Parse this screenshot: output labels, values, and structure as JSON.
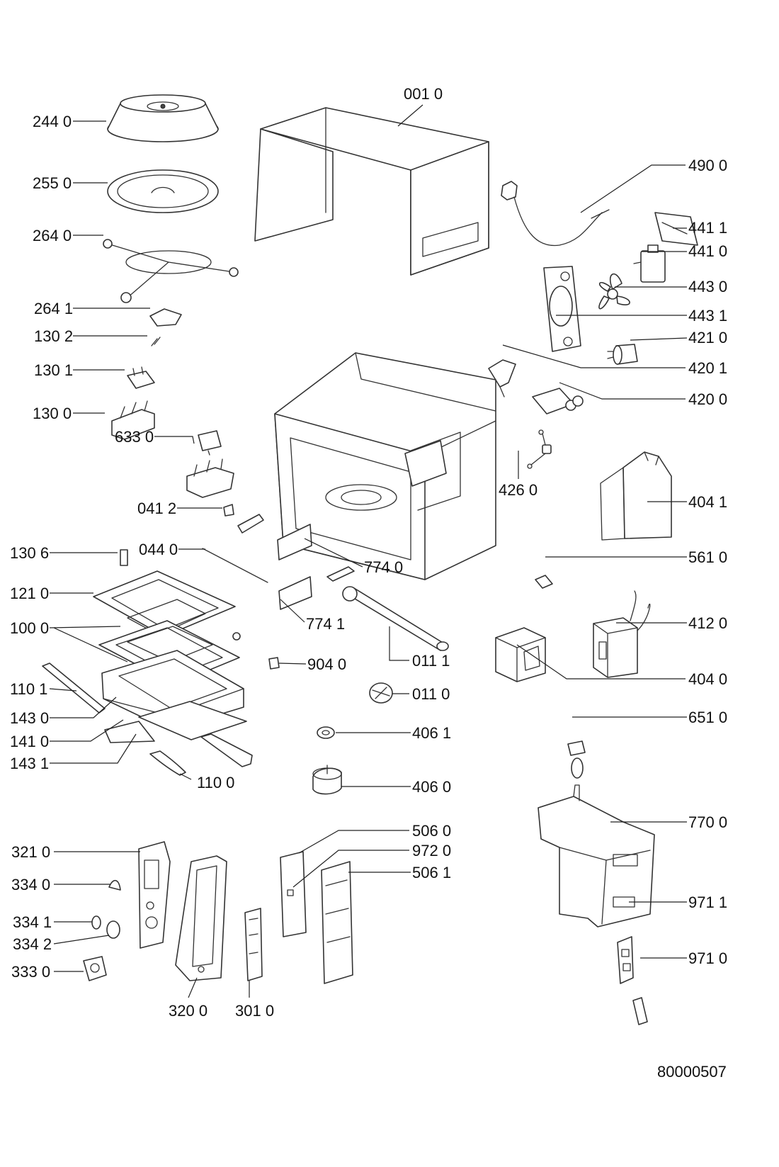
{
  "doc_number": "80000507",
  "labels": {
    "p001_0": "001 0",
    "p490_0": "490 0",
    "p441_1": "441 1",
    "p441_0": "441 0",
    "p443_0": "443 0",
    "p443_1": "443 1",
    "p421_0": "421 0",
    "p420_1": "420 1",
    "p420_0": "420 0",
    "p426_0": "426 0",
    "p404_1": "404 1",
    "p561_0": "561 0",
    "p412_0": "412 0",
    "p404_0": "404 0",
    "p651_0": "651 0",
    "p770_0": "770 0",
    "p971_1": "971 1",
    "p971_0": "971 0",
    "p244_0": "244 0",
    "p255_0": "255 0",
    "p264_0": "264 0",
    "p264_1": "264 1",
    "p130_2": "130 2",
    "p130_1": "130 1",
    "p130_0": "130 0",
    "p633_0": "633 0",
    "p041_2": "041 2",
    "p130_6": "130 6",
    "p044_0": "044 0",
    "p774_0": "774 0",
    "p121_0": "121 0",
    "p100_0": "100 0",
    "p774_1": "774 1",
    "p904_0": "904 0",
    "p011_1": "011 1",
    "p110_1": "110 1",
    "p011_0": "011 0",
    "p143_0": "143 0",
    "p141_0": "141 0",
    "p406_1": "406 1",
    "p143_1": "143 1",
    "p110_0": "110 0",
    "p406_0": "406 0",
    "p321_0": "321 0",
    "p506_0": "506 0",
    "p972_0": "972 0",
    "p506_1": "506 1",
    "p334_0": "334 0",
    "p334_1": "334 1",
    "p334_2": "334 2",
    "p333_0": "333 0",
    "p320_0": "320 0",
    "p301_0": "301 0"
  }
}
